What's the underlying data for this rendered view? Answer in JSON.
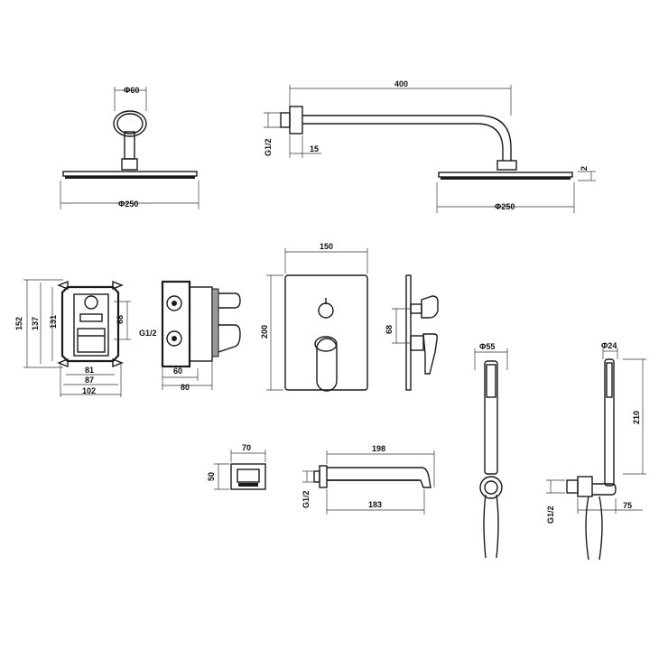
{
  "dims": {
    "head_left_flange": "Φ60",
    "head_left_dia": "Φ250",
    "arm_length": "400",
    "arm_thread": "G1/2",
    "arm_offset": "15",
    "head_right_dia": "Φ250",
    "head_right_thick": "2",
    "box_h_outer": "152",
    "box_h_mid": "137",
    "box_h_inner": "131",
    "box_w_inner": "81",
    "box_w_mid": "87",
    "box_w_outer": "102",
    "box_side_68": "68",
    "valve_thread": "G1/2",
    "valve_depth_60": "60",
    "valve_depth_80": "80",
    "plate_w": "150",
    "plate_h": "200",
    "plate_side_68": "68",
    "hand_dia": "Φ55",
    "holder_dia": "Φ24",
    "holder_len": "210",
    "holder_thread": "G1/2",
    "holder_offset": "75",
    "overflow_w": "70",
    "overflow_h": "50",
    "spout_len": "198",
    "spout_inner": "183",
    "spout_thread": "G1/2"
  }
}
